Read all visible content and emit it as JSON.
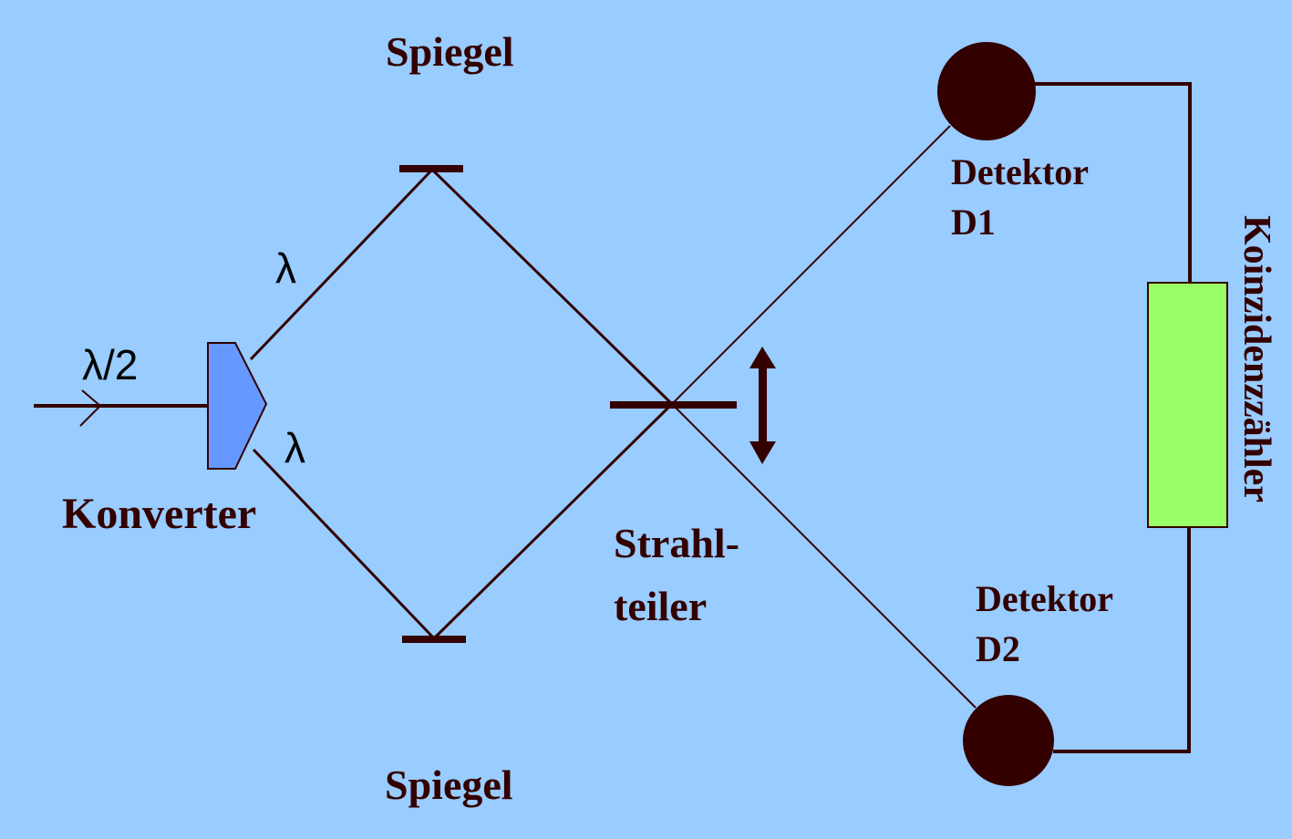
{
  "diagram": {
    "type": "Hong-Ou-Mandel interferometer schematic",
    "labels": {
      "input_wavelength": "λ/2",
      "upper_wavelength": "λ",
      "lower_wavelength": "λ",
      "converter": "Konverter",
      "mirror_top": "Spiegel",
      "mirror_bottom": "Spiegel",
      "beamsplitter_line1": "Strahl-",
      "beamsplitter_line2": "teiler",
      "detector1_line1": "Detektor",
      "detector1_line2": "D1",
      "detector2_line1": "Detektor",
      "detector2_line2": "D2",
      "coincidence_counter": "Koinzidenzzähler"
    },
    "colors": {
      "background": "#99ccff",
      "ink": "#330000",
      "converter_fill": "#6699ff",
      "counter_fill": "#99ff66"
    }
  }
}
